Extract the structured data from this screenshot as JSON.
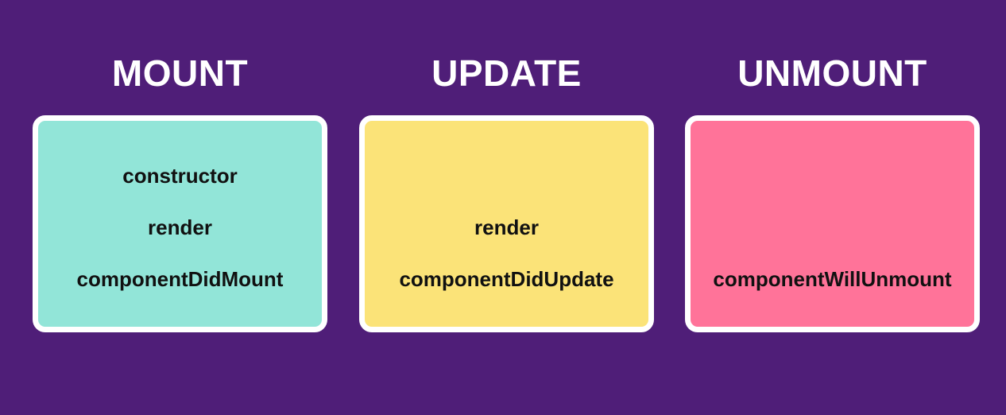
{
  "phases": [
    {
      "title": "MOUNT",
      "color": "#92e5d8",
      "methods": [
        "constructor",
        "render",
        "componentDidMount"
      ]
    },
    {
      "title": "UPDATE",
      "color": "#fbe378",
      "methods": [
        "render",
        "componentDidUpdate"
      ]
    },
    {
      "title": "UNMOUNT",
      "color": "#ff7399",
      "methods": [
        "componentWillUnmount"
      ]
    }
  ]
}
